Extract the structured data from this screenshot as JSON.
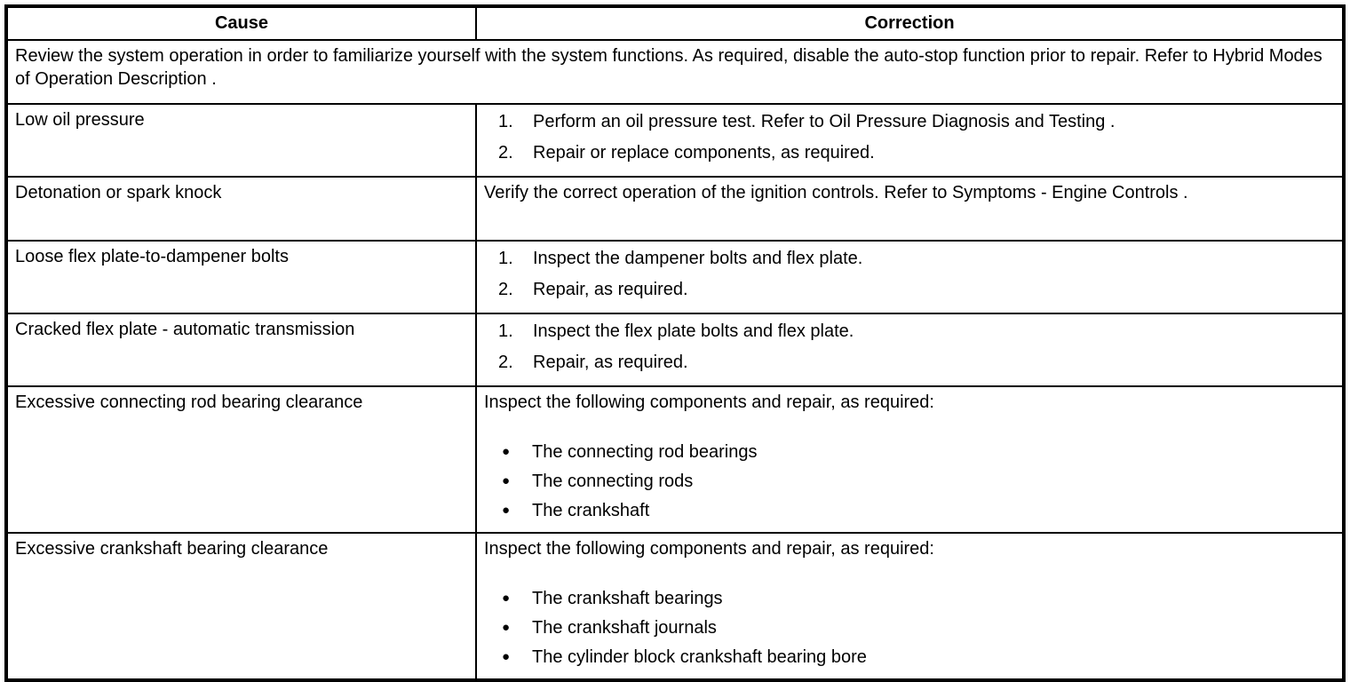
{
  "colors": {
    "border": "#000000",
    "background": "#ffffff",
    "text": "#000000"
  },
  "table": {
    "headers": {
      "cause": "Cause",
      "correction": "Correction"
    },
    "note": "Review the system operation in order to familiarize yourself with the system functions. As required, disable the auto-stop function prior to repair. Refer to Hybrid Modes of Operation Description .",
    "rows": [
      {
        "cause": "Low oil pressure",
        "type": "numbered",
        "steps": [
          {
            "num": "1.",
            "text": "Perform an oil pressure test. Refer to Oil Pressure Diagnosis and Testing ."
          },
          {
            "num": "2.",
            "text": "Repair or replace components, as required."
          }
        ]
      },
      {
        "cause": "Detonation or spark knock",
        "type": "paragraph",
        "text": "Verify the correct operation of the ignition controls. Refer to Symptoms - Engine Controls ."
      },
      {
        "cause": "Loose flex plate-to-dampener bolts",
        "type": "numbered",
        "steps": [
          {
            "num": "1.",
            "text": "Inspect the dampener bolts and flex plate."
          },
          {
            "num": "2.",
            "text": "Repair, as required."
          }
        ]
      },
      {
        "cause": "Cracked flex plate - automatic transmission",
        "type": "numbered",
        "steps": [
          {
            "num": "1.",
            "text": "Inspect the flex plate bolts and flex plate."
          },
          {
            "num": "2.",
            "text": "Repair, as required."
          }
        ]
      },
      {
        "cause": "Excessive connecting rod bearing clearance",
        "type": "bulleted",
        "intro": "Inspect the following components and repair, as required:",
        "bullet_glyph": "●",
        "bullets": [
          "The connecting rod bearings",
          "The connecting rods",
          "The crankshaft"
        ]
      },
      {
        "cause": "Excessive crankshaft bearing clearance",
        "type": "bulleted",
        "intro": "Inspect the following components and repair, as required:",
        "bullet_glyph": "●",
        "bullets": [
          "The crankshaft bearings",
          "The crankshaft journals",
          "The cylinder block crankshaft bearing bore"
        ]
      }
    ]
  }
}
